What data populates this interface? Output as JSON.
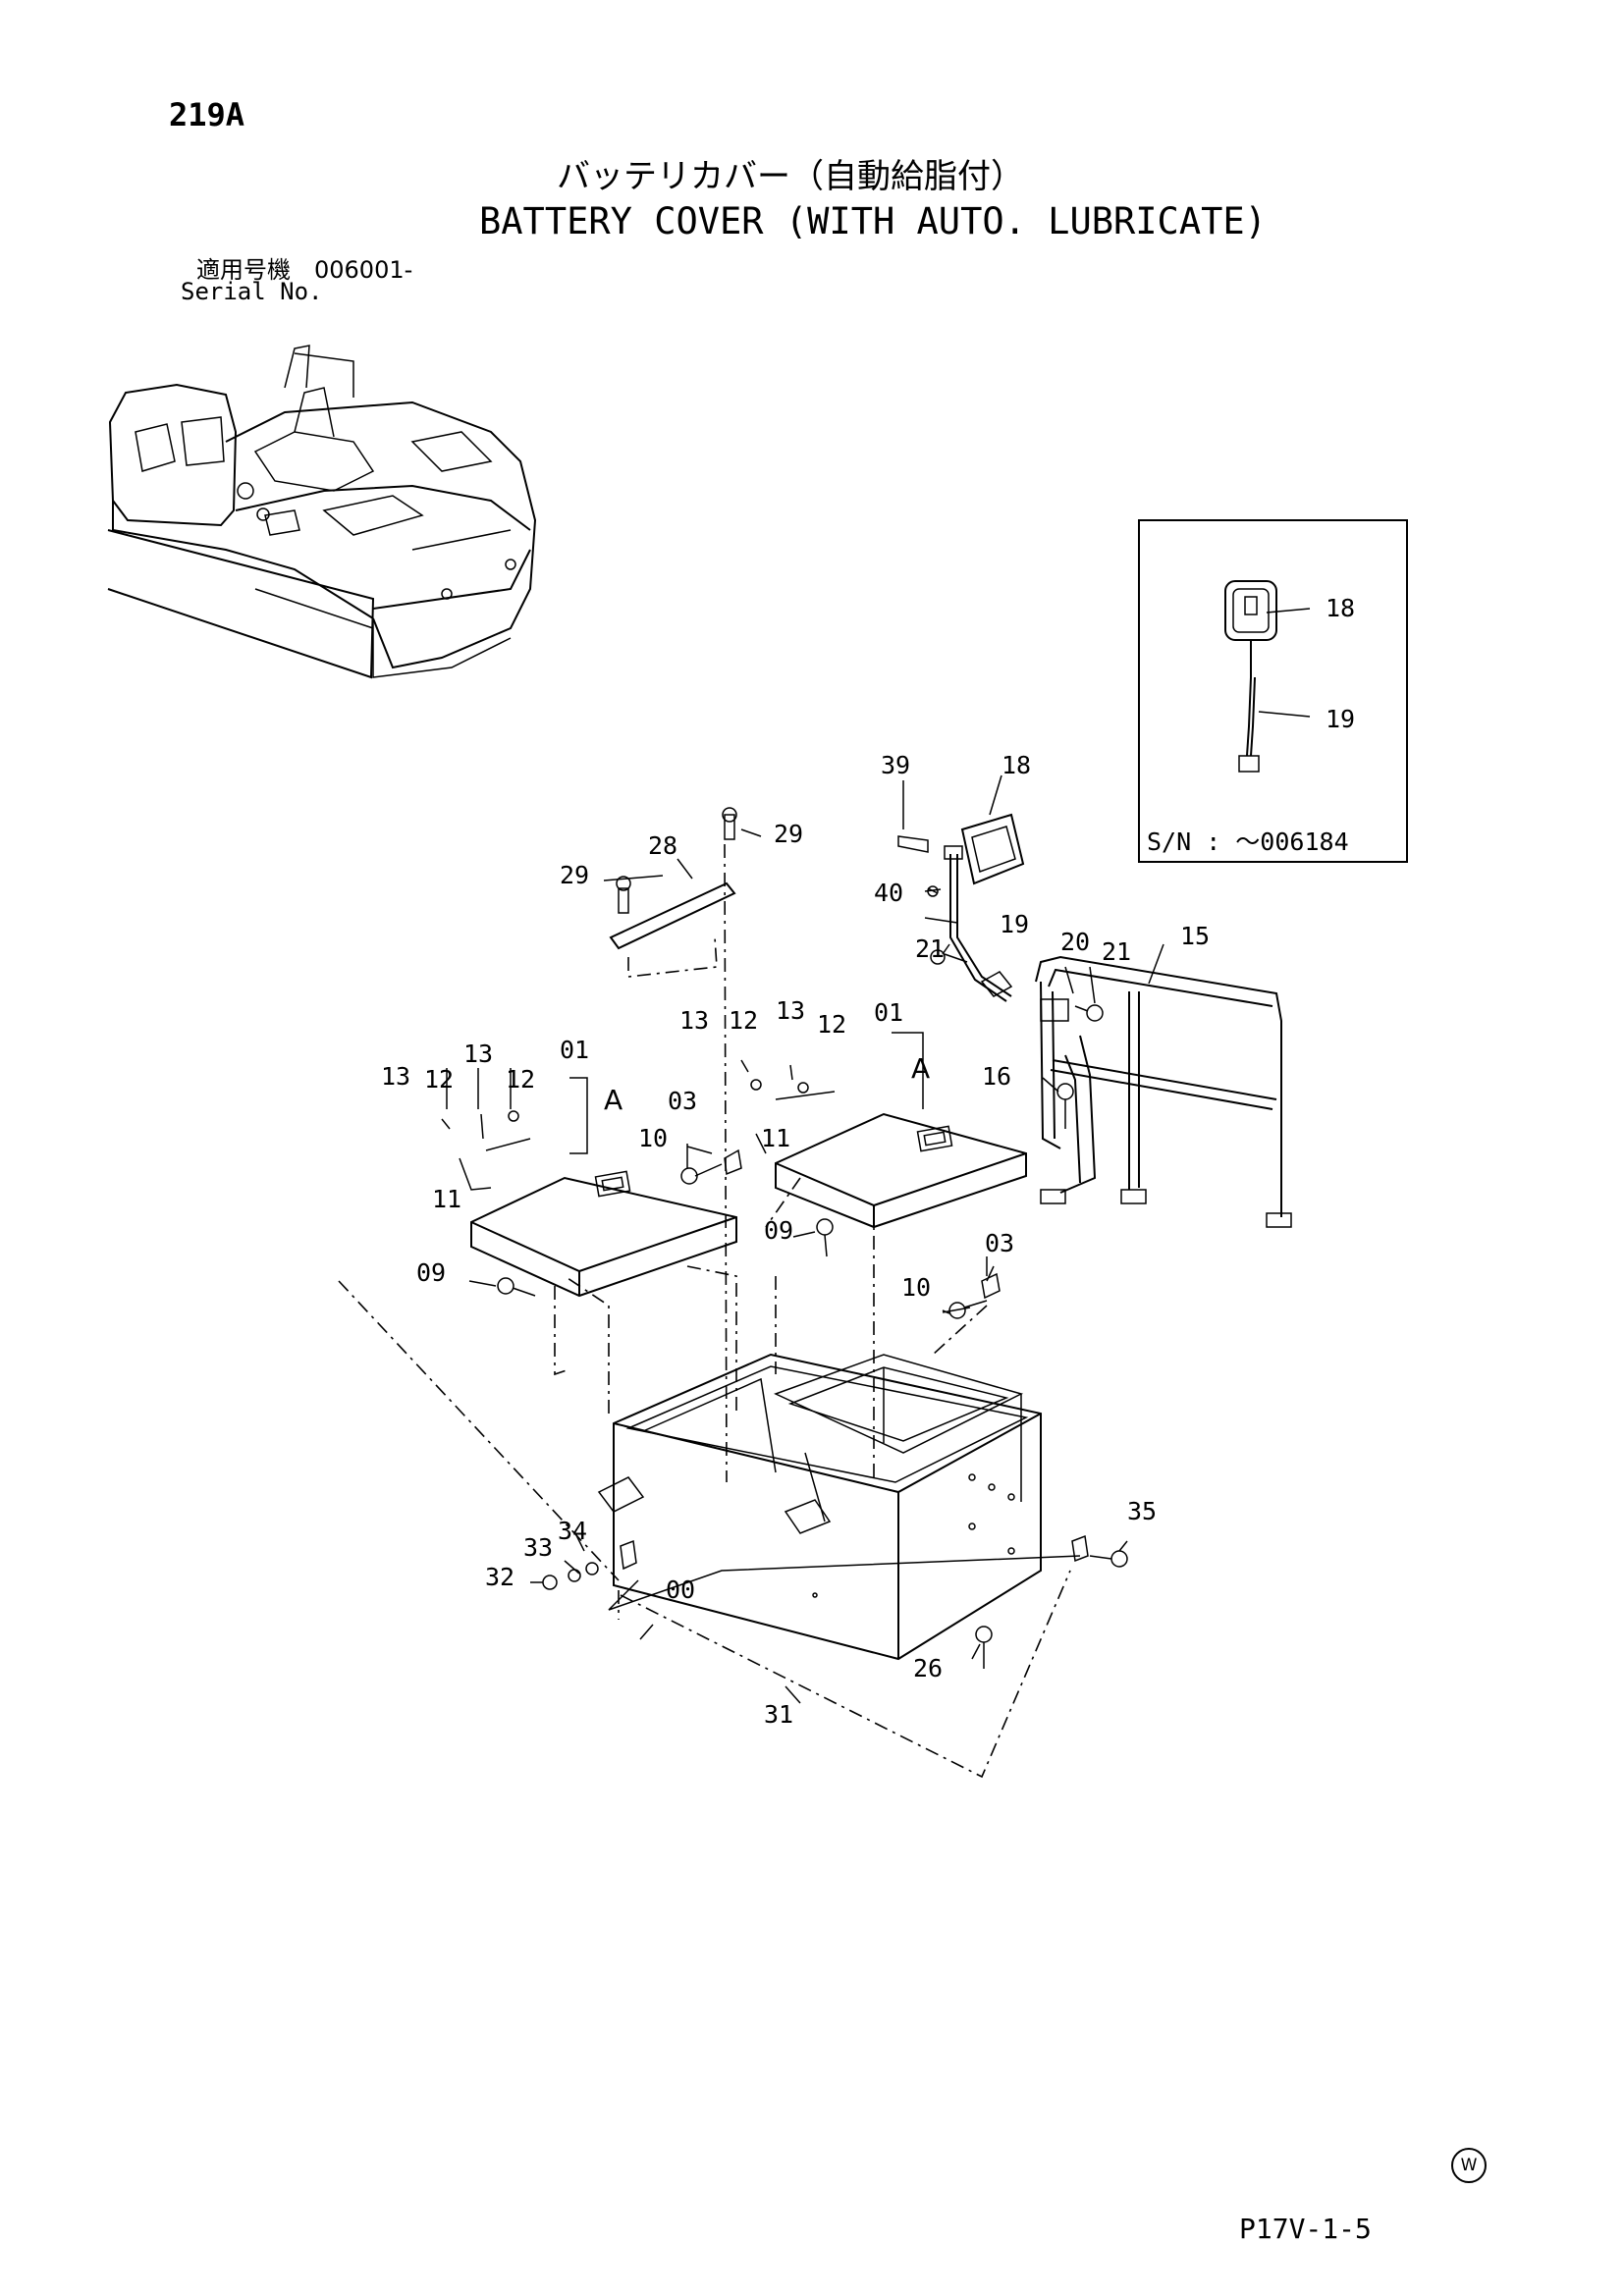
{
  "page_number": "219A",
  "title_jp": "バッテリカバー（自動給脂付）",
  "title_en": "BATTERY COVER (WITH AUTO. LUBRICATE)",
  "serial": {
    "label_jp": "適用号機　006001-",
    "label_en": "Serial No."
  },
  "inset": {
    "serial_note": "S/N : ～006184",
    "callouts": [
      "18",
      "19"
    ]
  },
  "callouts": [
    "39",
    "18",
    "29",
    "28",
    "29",
    "40",
    "19",
    "21",
    "20",
    "21",
    "15",
    "13",
    "12",
    "13",
    "12",
    "01",
    "A",
    "16",
    "13",
    "12",
    "13",
    "12",
    "01",
    "A",
    "03",
    "10",
    "11",
    "11",
    "09",
    "09",
    "03",
    "10",
    "35",
    "34",
    "33",
    "32",
    "00",
    "26",
    "31"
  ],
  "footer_code": "P17V-1-5",
  "footer_mark": "W"
}
